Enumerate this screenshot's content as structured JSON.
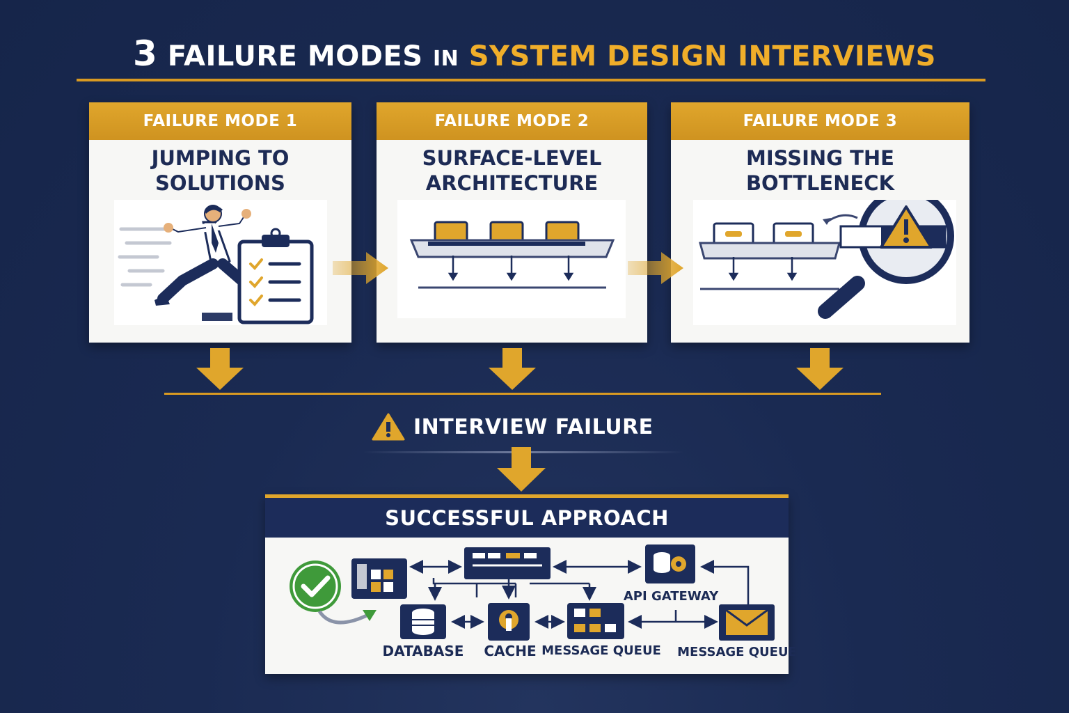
{
  "title": {
    "number": "3",
    "part1": "FAILURE MODES",
    "part2": "IN",
    "highlight": "SYSTEM DESIGN INTERVIEWS"
  },
  "cards": [
    {
      "header": "FAILURE MODE 1",
      "subtitle": "JUMPING TO\nSOLUTIONS"
    },
    {
      "header": "FAILURE MODE 2",
      "subtitle": "SURFACE-LEVEL\nARCHITECTURE"
    },
    {
      "header": "FAILURE MODE 3",
      "subtitle": "MISSING THE\nBOTTLENECK"
    }
  ],
  "failure": {
    "label": "INTERVIEW FAILURE"
  },
  "success": {
    "header": "SUCCESSFUL APPROACH",
    "components": {
      "database": "DATABASE",
      "cache": "CACHE",
      "queue1": "MESSAGE QUEUE",
      "queue2": "MESSAGE QUEUE",
      "gateway": "API GATEWAY"
    }
  },
  "colors": {
    "background": "#1a2a52",
    "accent": "#e0a62c",
    "navy": "#1c2c5a",
    "card": "#f7f7f5",
    "success": "#3f9a3a"
  },
  "icons": [
    "running-man-icon",
    "clipboard-checklist-icon",
    "server-rack-icon",
    "magnifier-icon",
    "warning-icon",
    "check-circle-icon",
    "database-icon",
    "cache-lock-icon",
    "message-queue-icon",
    "settings-db-icon",
    "envelope-icon"
  ]
}
